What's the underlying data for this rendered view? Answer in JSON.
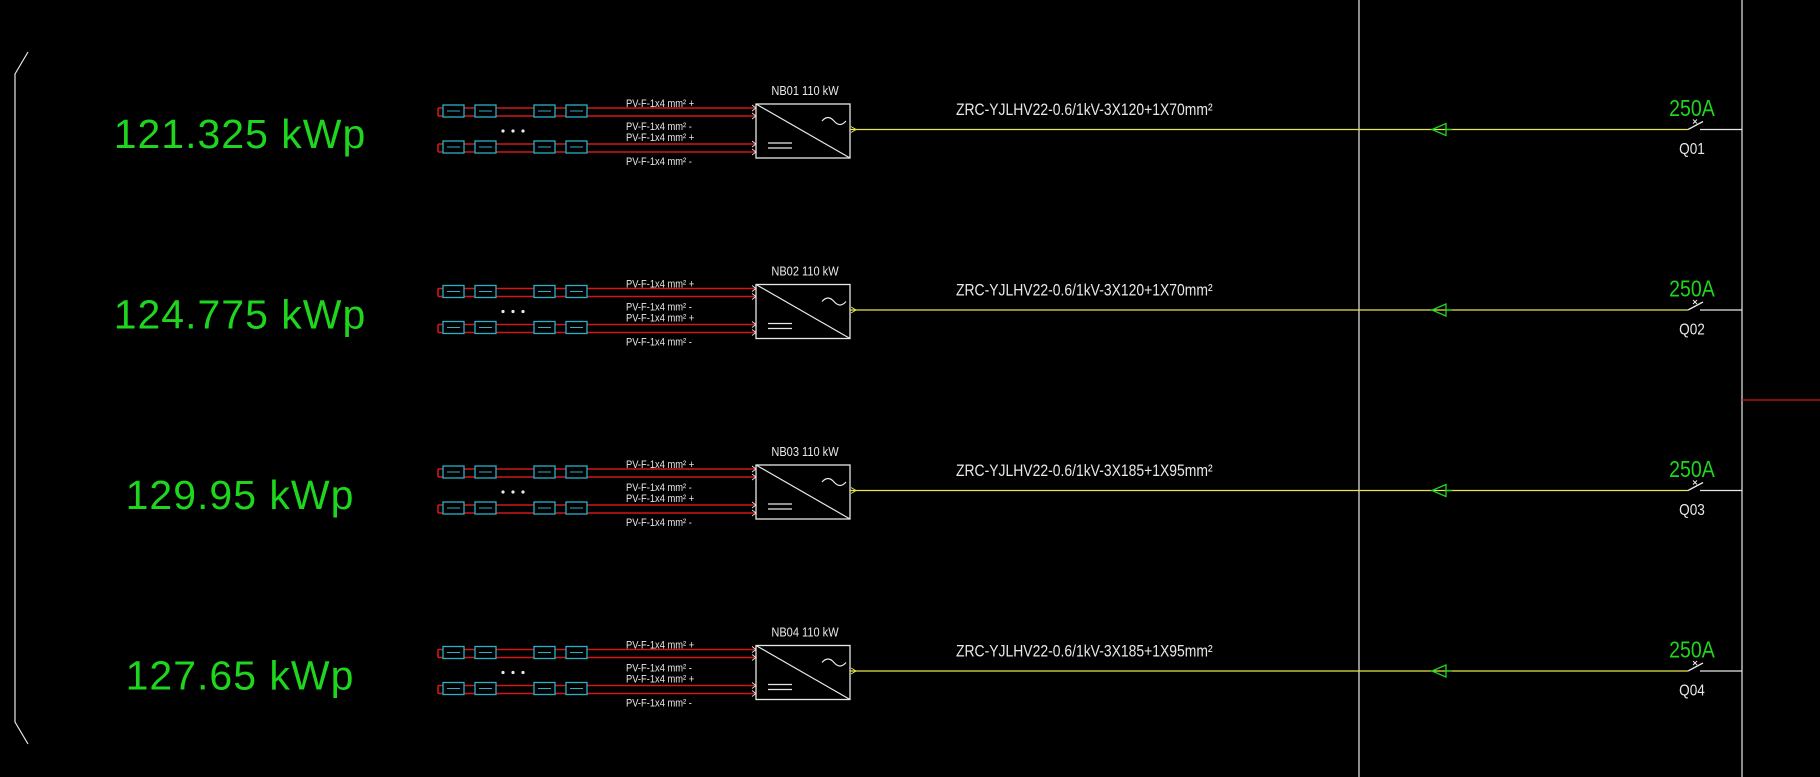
{
  "colors": {
    "background": "#000000",
    "capacity_text": "#1fd61f",
    "breaker_rating": "#1fd61f",
    "dc_cable": "#d01818",
    "module": "#2ab0c8",
    "ac_cable": "#e6e64a",
    "line_white": "#e8e8e8",
    "arrow": "#1fd61f"
  },
  "circuits": [
    {
      "capacity": "121.325 kWp",
      "inverter": "NB01 110 kW",
      "dc_labels": [
        "PV-F-1x4 mm² +",
        "PV-F-1x4 mm² -",
        "PV-F-1x4 mm² +",
        "PV-F-1x4 mm² -"
      ],
      "ac_cable": "ZRC-YJLHV22-0.6/1kV-3X120+1X70mm²",
      "breaker_rating": "250A",
      "breaker_id": "Q01"
    },
    {
      "capacity": "124.775 kWp",
      "inverter": "NB02 110 kW",
      "dc_labels": [
        "PV-F-1x4 mm² +",
        "PV-F-1x4 mm² -",
        "PV-F-1x4 mm² +",
        "PV-F-1x4 mm² -"
      ],
      "ac_cable": "ZRC-YJLHV22-0.6/1kV-3X120+1X70mm²",
      "breaker_rating": "250A",
      "breaker_id": "Q02"
    },
    {
      "capacity": "129.95 kWp",
      "inverter": "NB03 110 kW",
      "dc_labels": [
        "PV-F-1x4 mm² +",
        "PV-F-1x4 mm² -",
        "PV-F-1x4 mm² +",
        "PV-F-1x4 mm² -"
      ],
      "ac_cable": "ZRC-YJLHV22-0.6/1kV-3X185+1X95mm²",
      "breaker_rating": "250A",
      "breaker_id": "Q03"
    },
    {
      "capacity": "127.65 kWp",
      "inverter": "NB04 110 kW",
      "dc_labels": [
        "PV-F-1x4 mm² +",
        "PV-F-1x4 mm² -",
        "PV-F-1x4 mm² +",
        "PV-F-1x4 mm² -"
      ],
      "ac_cable": "ZRC-YJLHV22-0.6/1kV-3X185+1X95mm²",
      "breaker_rating": "250A",
      "breaker_id": "Q04"
    }
  ]
}
